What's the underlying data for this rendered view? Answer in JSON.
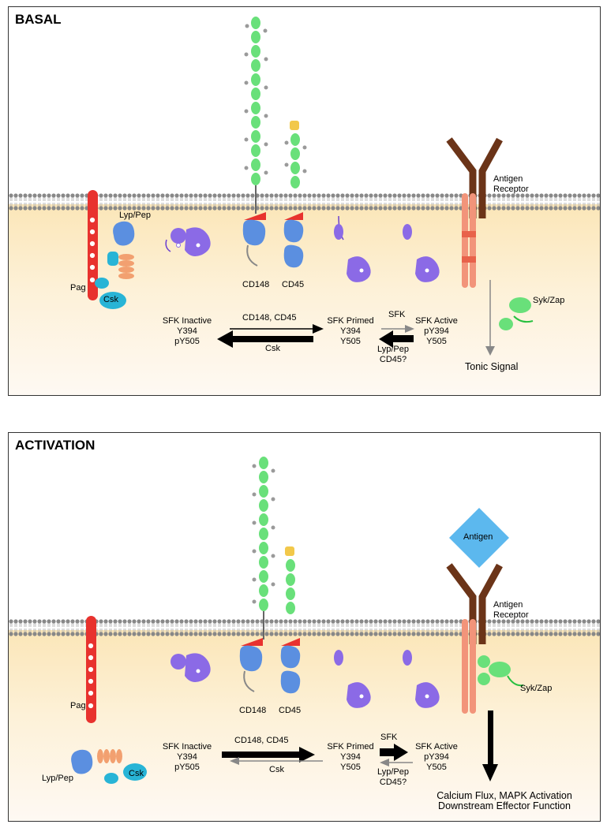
{
  "basal": {
    "title": "BASAL",
    "labels": {
      "lyp_pep": "Lyp/Pep",
      "pag": "Pag",
      "csk_protein": "Csk",
      "cd148": "CD148",
      "cd45": "CD45",
      "antigen_receptor_1": "Antigen",
      "antigen_receptor_2": "Receptor",
      "syk_zap": "Syk/Zap",
      "sfk_inactive": [
        "SFK Inactive",
        "Y394",
        "pY505"
      ],
      "sfk_primed": [
        "SFK Primed",
        "Y394",
        "Y505"
      ],
      "sfk_active": [
        "SFK Active",
        "pY394",
        "Y505"
      ],
      "arrow_cd148_cd45": "CD148, CD45",
      "arrow_csk": "Csk",
      "arrow_sfk": "SFK",
      "arrow_lyp": [
        "Lyp/Pep",
        "CD45?"
      ],
      "tonic_signal": "Tonic Signal"
    }
  },
  "activation": {
    "title": "ACTIVATION",
    "labels": {
      "antigen": "Antigen",
      "antigen_receptor_1": "Antigen",
      "antigen_receptor_2": "Receptor",
      "pag": "Pag",
      "cd148": "CD148",
      "cd45": "CD45",
      "syk_zap": "Syk/Zap",
      "lyp_pep": "Lyp/Pep",
      "csk_protein": "Csk",
      "sfk_inactive": [
        "SFK Inactive",
        "Y394",
        "pY505"
      ],
      "sfk_primed": [
        "SFK Primed",
        "Y394",
        "Y505"
      ],
      "sfk_active": [
        "SFK Active",
        "pY394",
        "Y505"
      ],
      "arrow_cd148_cd45": "CD148, CD45",
      "arrow_csk": "Csk",
      "arrow_sfk": "SFK",
      "arrow_lyp": [
        "Lyp/Pep",
        "CD45?"
      ],
      "outcome": [
        "Calcium Flux, MAPK Activation",
        "Downstream Effector Function"
      ]
    }
  },
  "colors": {
    "pag": "#e8322e",
    "sfk": "#8b6ae6",
    "phosphatase": "#5b8fe0",
    "ectodomain": "#69e07a",
    "glycan": "#9a9a9a",
    "csk": "#28b4d6",
    "coiled": "#f2a070",
    "receptor": "#6b3418",
    "itam_chain": "#f2947a",
    "antigen": "#5cb8ee",
    "wedge": "#e8322e",
    "cytoplasm": "#fbe6b8"
  }
}
